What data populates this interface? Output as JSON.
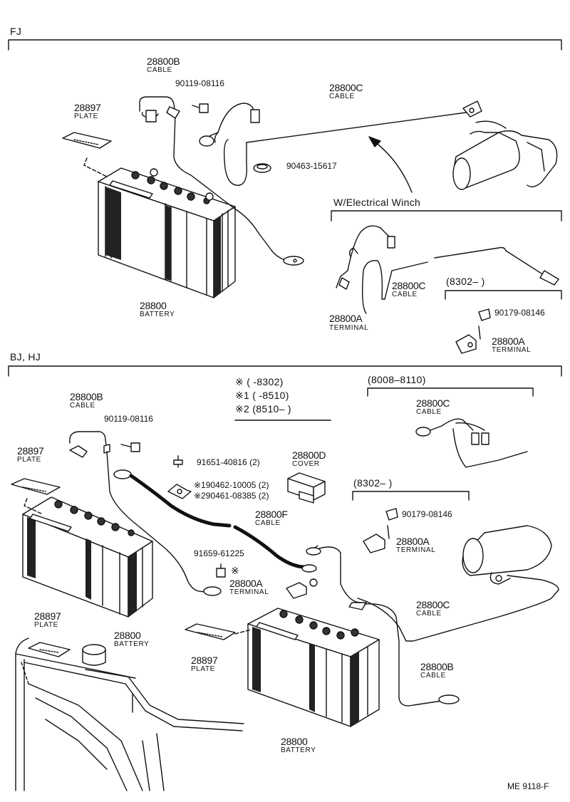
{
  "sections": {
    "fj": "FJ",
    "bj_hj": "BJ, HJ",
    "winch": "W/Electrical Winch"
  },
  "fj": {
    "cable_b": {
      "part": "28800B",
      "name": "CABLE"
    },
    "bolt": "90119-08116",
    "plate": {
      "part": "28897",
      "name": "PLATE"
    },
    "cable_c": {
      "part": "28800C",
      "name": "CABLE"
    },
    "clamp": "90463-15617",
    "battery": {
      "part": "28800",
      "name": "BATTERY"
    },
    "winch_cable_c": {
      "part": "28800C",
      "name": "CABLE"
    },
    "winch_terminal": {
      "part": "28800A",
      "name": "TERMINAL"
    },
    "date_range": "(8302–        )",
    "nut": "90179-08146",
    "terminal_a": {
      "part": "28800A",
      "name": "TERMINAL"
    }
  },
  "legend": {
    "row0": "※ (        -8302)",
    "row1": "※1 (       -8510)",
    "row2": "※2 (8510–        )"
  },
  "bj": {
    "cable_b_top": {
      "part": "28800B",
      "name": "CABLE"
    },
    "bolt": "90119-08116",
    "plate_top": {
      "part": "28897",
      "name": "PLATE"
    },
    "bolt2": "91651-40816 (2)",
    "screw1": "※190462-10005 (2)",
    "screw2": "※290461-08385 (2)",
    "cover": {
      "part": "28800D",
      "name": "COVER"
    },
    "cable_f": {
      "part": "28800F",
      "name": "CABLE"
    },
    "bolt3": "91659-61225",
    "bolt3_mark": "※",
    "terminal_a_mid": {
      "part": "28800A",
      "name": "TERMINAL"
    },
    "range_top": "(8008–8110)",
    "cable_c_top": {
      "part": "28800C",
      "name": "CABLE"
    },
    "range_mid": "(8302–        )",
    "nut": "90179-08146",
    "terminal_a_right": {
      "part": "28800A",
      "name": "TERMINAL"
    },
    "cable_c_right": {
      "part": "28800C",
      "name": "CABLE"
    },
    "plate_left": {
      "part": "28897",
      "name": "PLATE"
    },
    "battery_left": {
      "part": "28800",
      "name": "BATTERY"
    },
    "plate_mid": {
      "part": "28897",
      "name": "PLATE"
    },
    "cable_b_right": {
      "part": "28800B",
      "name": "CABLE"
    },
    "battery_right": {
      "part": "28800",
      "name": "BATTERY"
    }
  },
  "footer": {
    "code": "ME  9118-F"
  }
}
